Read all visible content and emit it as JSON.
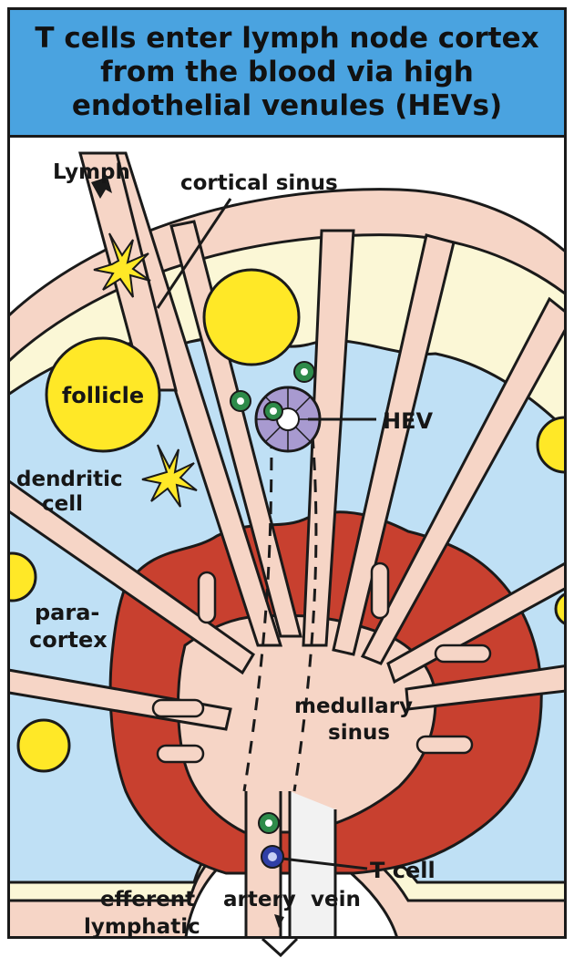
{
  "title": "T cells enter lymph node cortex from the blood via high endothelial venules (HEVs)",
  "labels": {
    "lymph": "Lymph",
    "cortical_sinus": "cortical sinus",
    "follicle": "follicle",
    "hev": "HEV",
    "dendritic_1": "dendritic",
    "dendritic_2": "cell",
    "paracortex_1": "para-",
    "paracortex_2": "cortex",
    "medullary_1": "medullary",
    "medullary_2": "sinus",
    "t_cell": "T cell",
    "efferent_1": "efferent",
    "efferent_2": "lymphatic",
    "artery": "artery",
    "vein": "vein"
  },
  "colors": {
    "header": "#4aa3e0",
    "capsule": "#f6d5c6",
    "outer_cortex": "#fbf7d6",
    "paracortex": "#bfe0f5",
    "medulla": "#c8402f",
    "follicle": "#ffe827",
    "hev": "#a89ad0",
    "t_cell_green": "#2e8b4a",
    "t_cell_blue": "#2f3fa6"
  }
}
